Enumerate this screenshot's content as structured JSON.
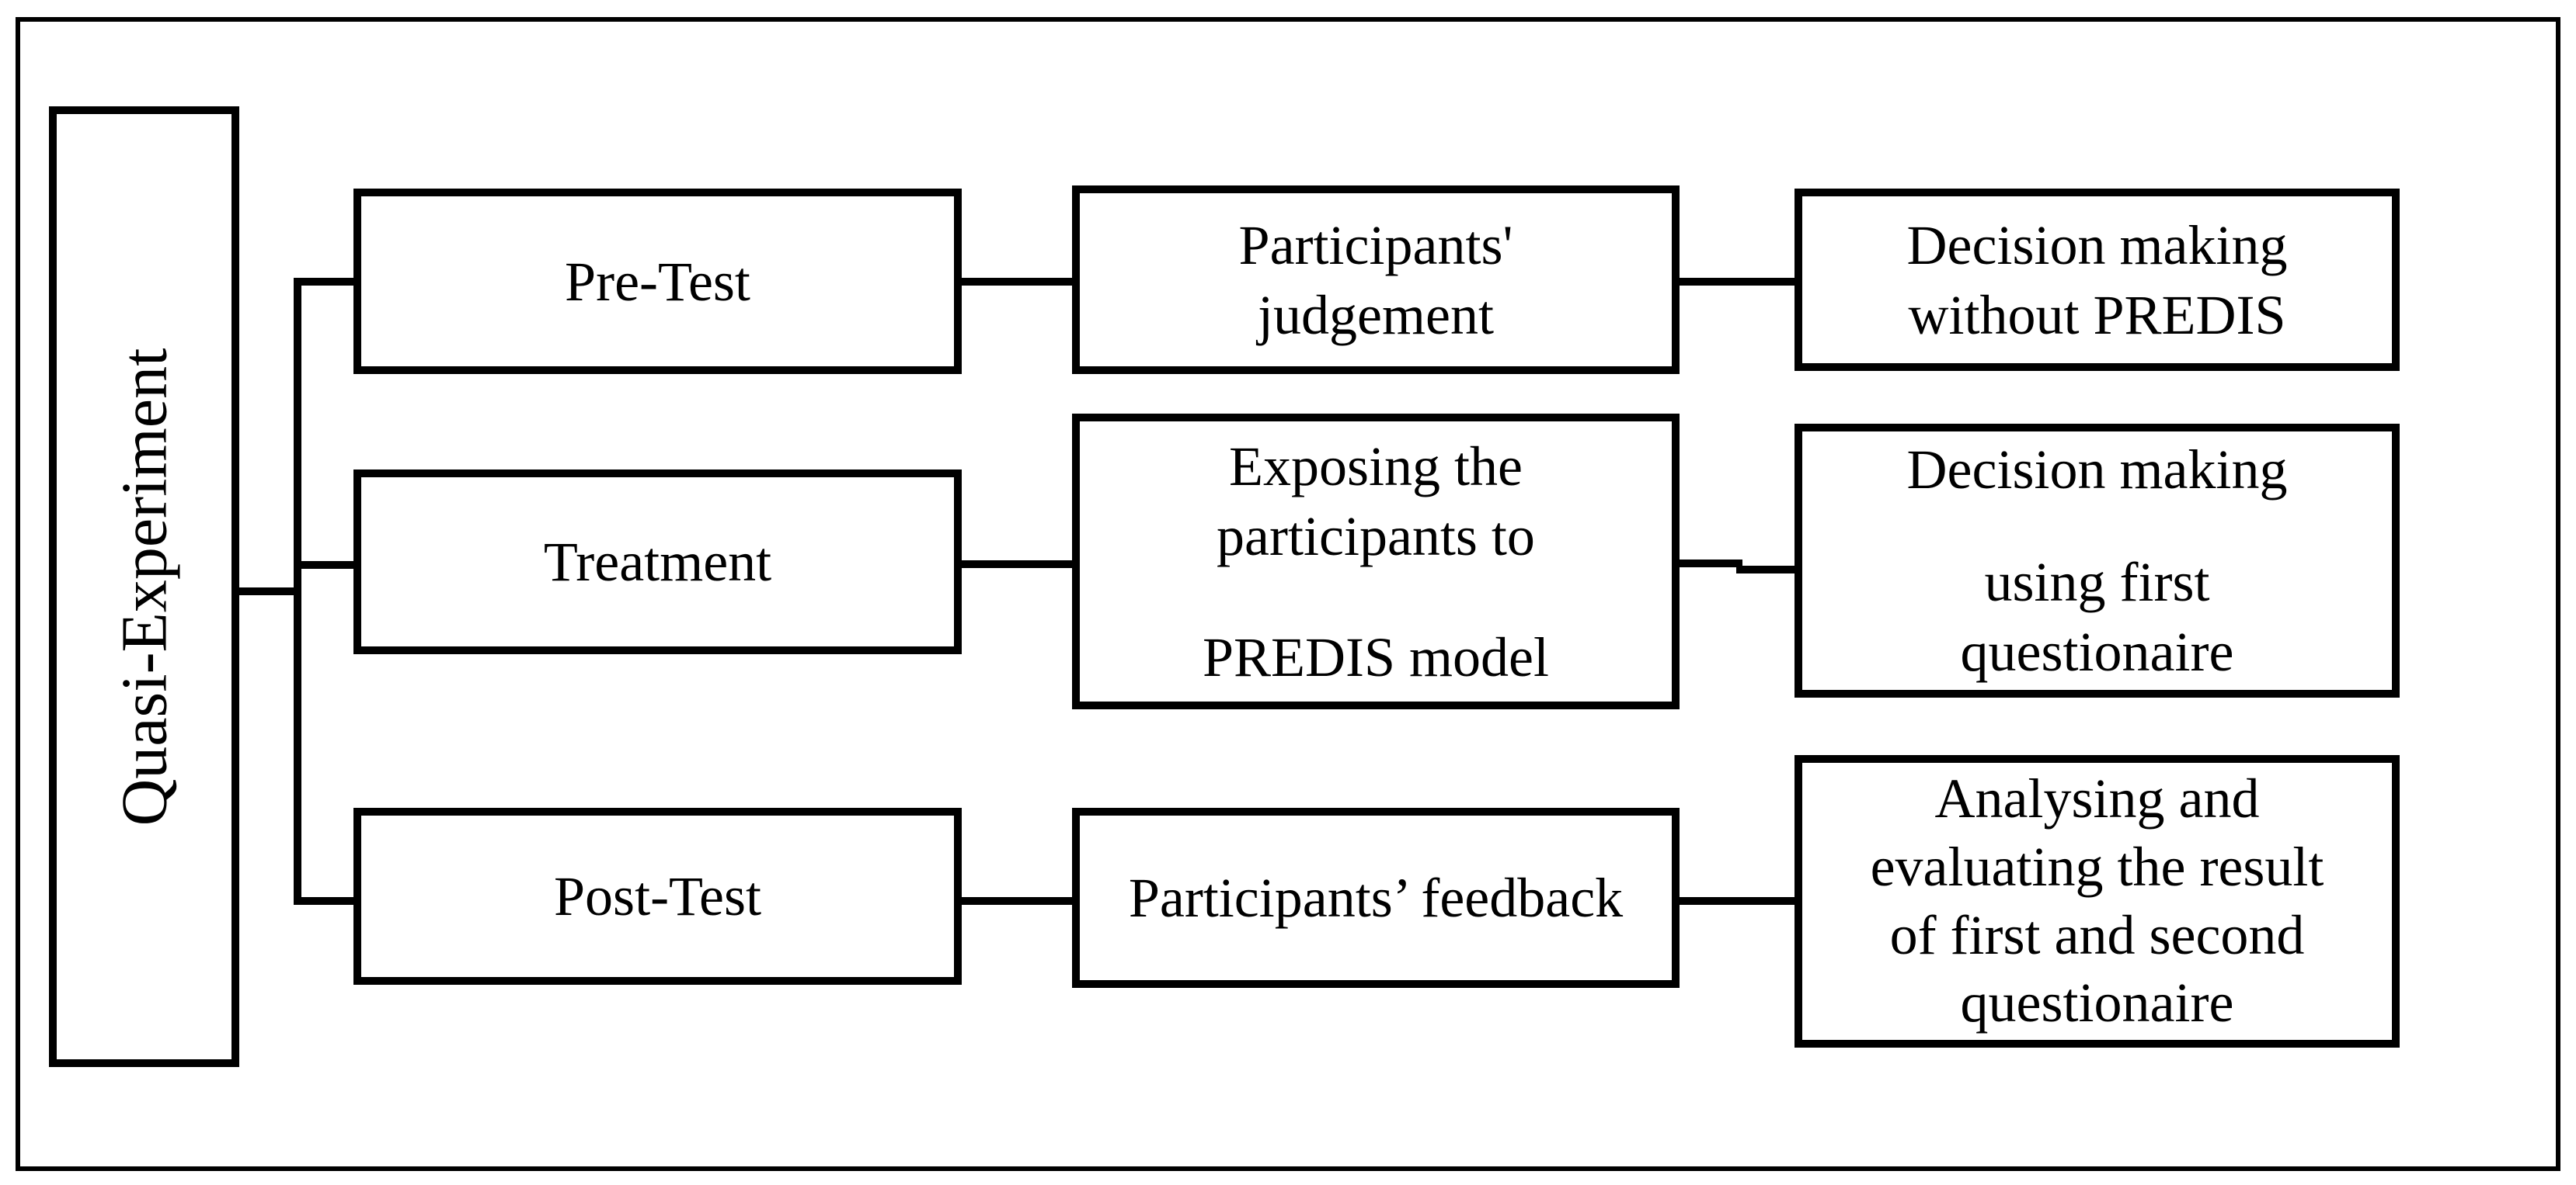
{
  "diagram": {
    "background_color": "#ffffff",
    "line_color": "#000000",
    "root": {
      "label": "Quasi-Experiment"
    },
    "rows": [
      {
        "name": "pre-test",
        "stage": {
          "lines": [
            "Pre-Test"
          ]
        },
        "process": {
          "lines": [
            "Participants'",
            "judgement"
          ]
        },
        "outcome": {
          "lines": [
            "Decision making",
            "without PREDIS"
          ]
        }
      },
      {
        "name": "treatment",
        "stage": {
          "lines": [
            "Treatment"
          ]
        },
        "process": {
          "lines": [
            "Exposing the",
            "participants to",
            "PREDIS model"
          ]
        },
        "outcome": {
          "lines": [
            "Decision making",
            "using first",
            "questionaire"
          ]
        }
      },
      {
        "name": "post-test",
        "stage": {
          "lines": [
            "Post-Test"
          ]
        },
        "process": {
          "lines": [
            "Participants’ feedback"
          ]
        },
        "outcome": {
          "lines": [
            "Analysing and",
            "evaluating the result",
            "of first and second",
            "questionaire"
          ]
        }
      }
    ]
  }
}
